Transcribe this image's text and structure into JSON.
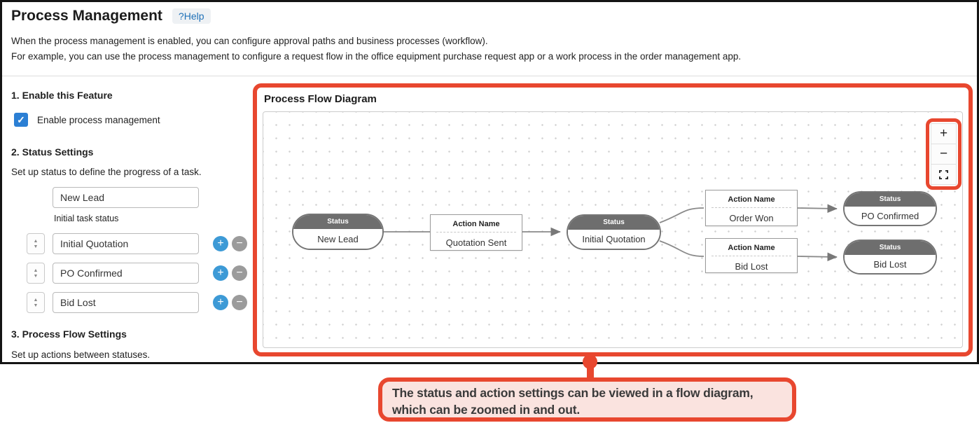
{
  "header": {
    "title": "Process Management",
    "help_label": "?Help",
    "description_line1": "When the process management is enabled, you can configure approval paths and business processes (workflow).",
    "description_line2": "For example, you can use the process management to configure a request flow in the office equipment purchase request app or a work process in the order management app."
  },
  "settings": {
    "enable_feature": {
      "heading": "1. Enable this Feature",
      "checkbox_label": "Enable process management",
      "checked": true
    },
    "status_settings": {
      "heading": "2. Status Settings",
      "description": "Set up status to define the progress of a task.",
      "initial_status_note": "Initial task status",
      "statuses": [
        {
          "value": "New Lead"
        },
        {
          "value": "Initial Quotation"
        },
        {
          "value": "PO Confirmed"
        },
        {
          "value": "Bid Lost"
        }
      ]
    },
    "process_flow_settings": {
      "heading": "3. Process Flow Settings",
      "description": "Set up actions between statuses."
    }
  },
  "diagram": {
    "title": "Process Flow Diagram",
    "status_header_label": "Status",
    "action_header_label": "Action Name",
    "nodes": {
      "status1": "New Lead",
      "action1": "Quotation Sent",
      "status2": "Initial Quotation",
      "action2": "Order Won",
      "status3": "PO Confirmed",
      "action3": "Bid Lost",
      "status4": "Bid Lost"
    },
    "zoom_controls": {
      "zoom_in_label": "+",
      "zoom_out_label": "−"
    }
  },
  "callout": {
    "line1": "The status and action settings can be viewed in a flow diagram,",
    "line2": "which can be zoomed in and out."
  },
  "icons": {
    "checkmark": "✓",
    "up_arrow": "▲",
    "down_arrow": "▼",
    "add": "+",
    "remove": "−"
  },
  "colors": {
    "highlight_red": "#e8472f",
    "callout_bg": "#fae3df",
    "checkbox_blue": "#2b7fd4",
    "add_button_blue": "#3d9ad6",
    "remove_button_gray": "#9b9b9b",
    "status_header_gray": "#6e6e6e",
    "help_link_blue": "#1f71b8"
  }
}
